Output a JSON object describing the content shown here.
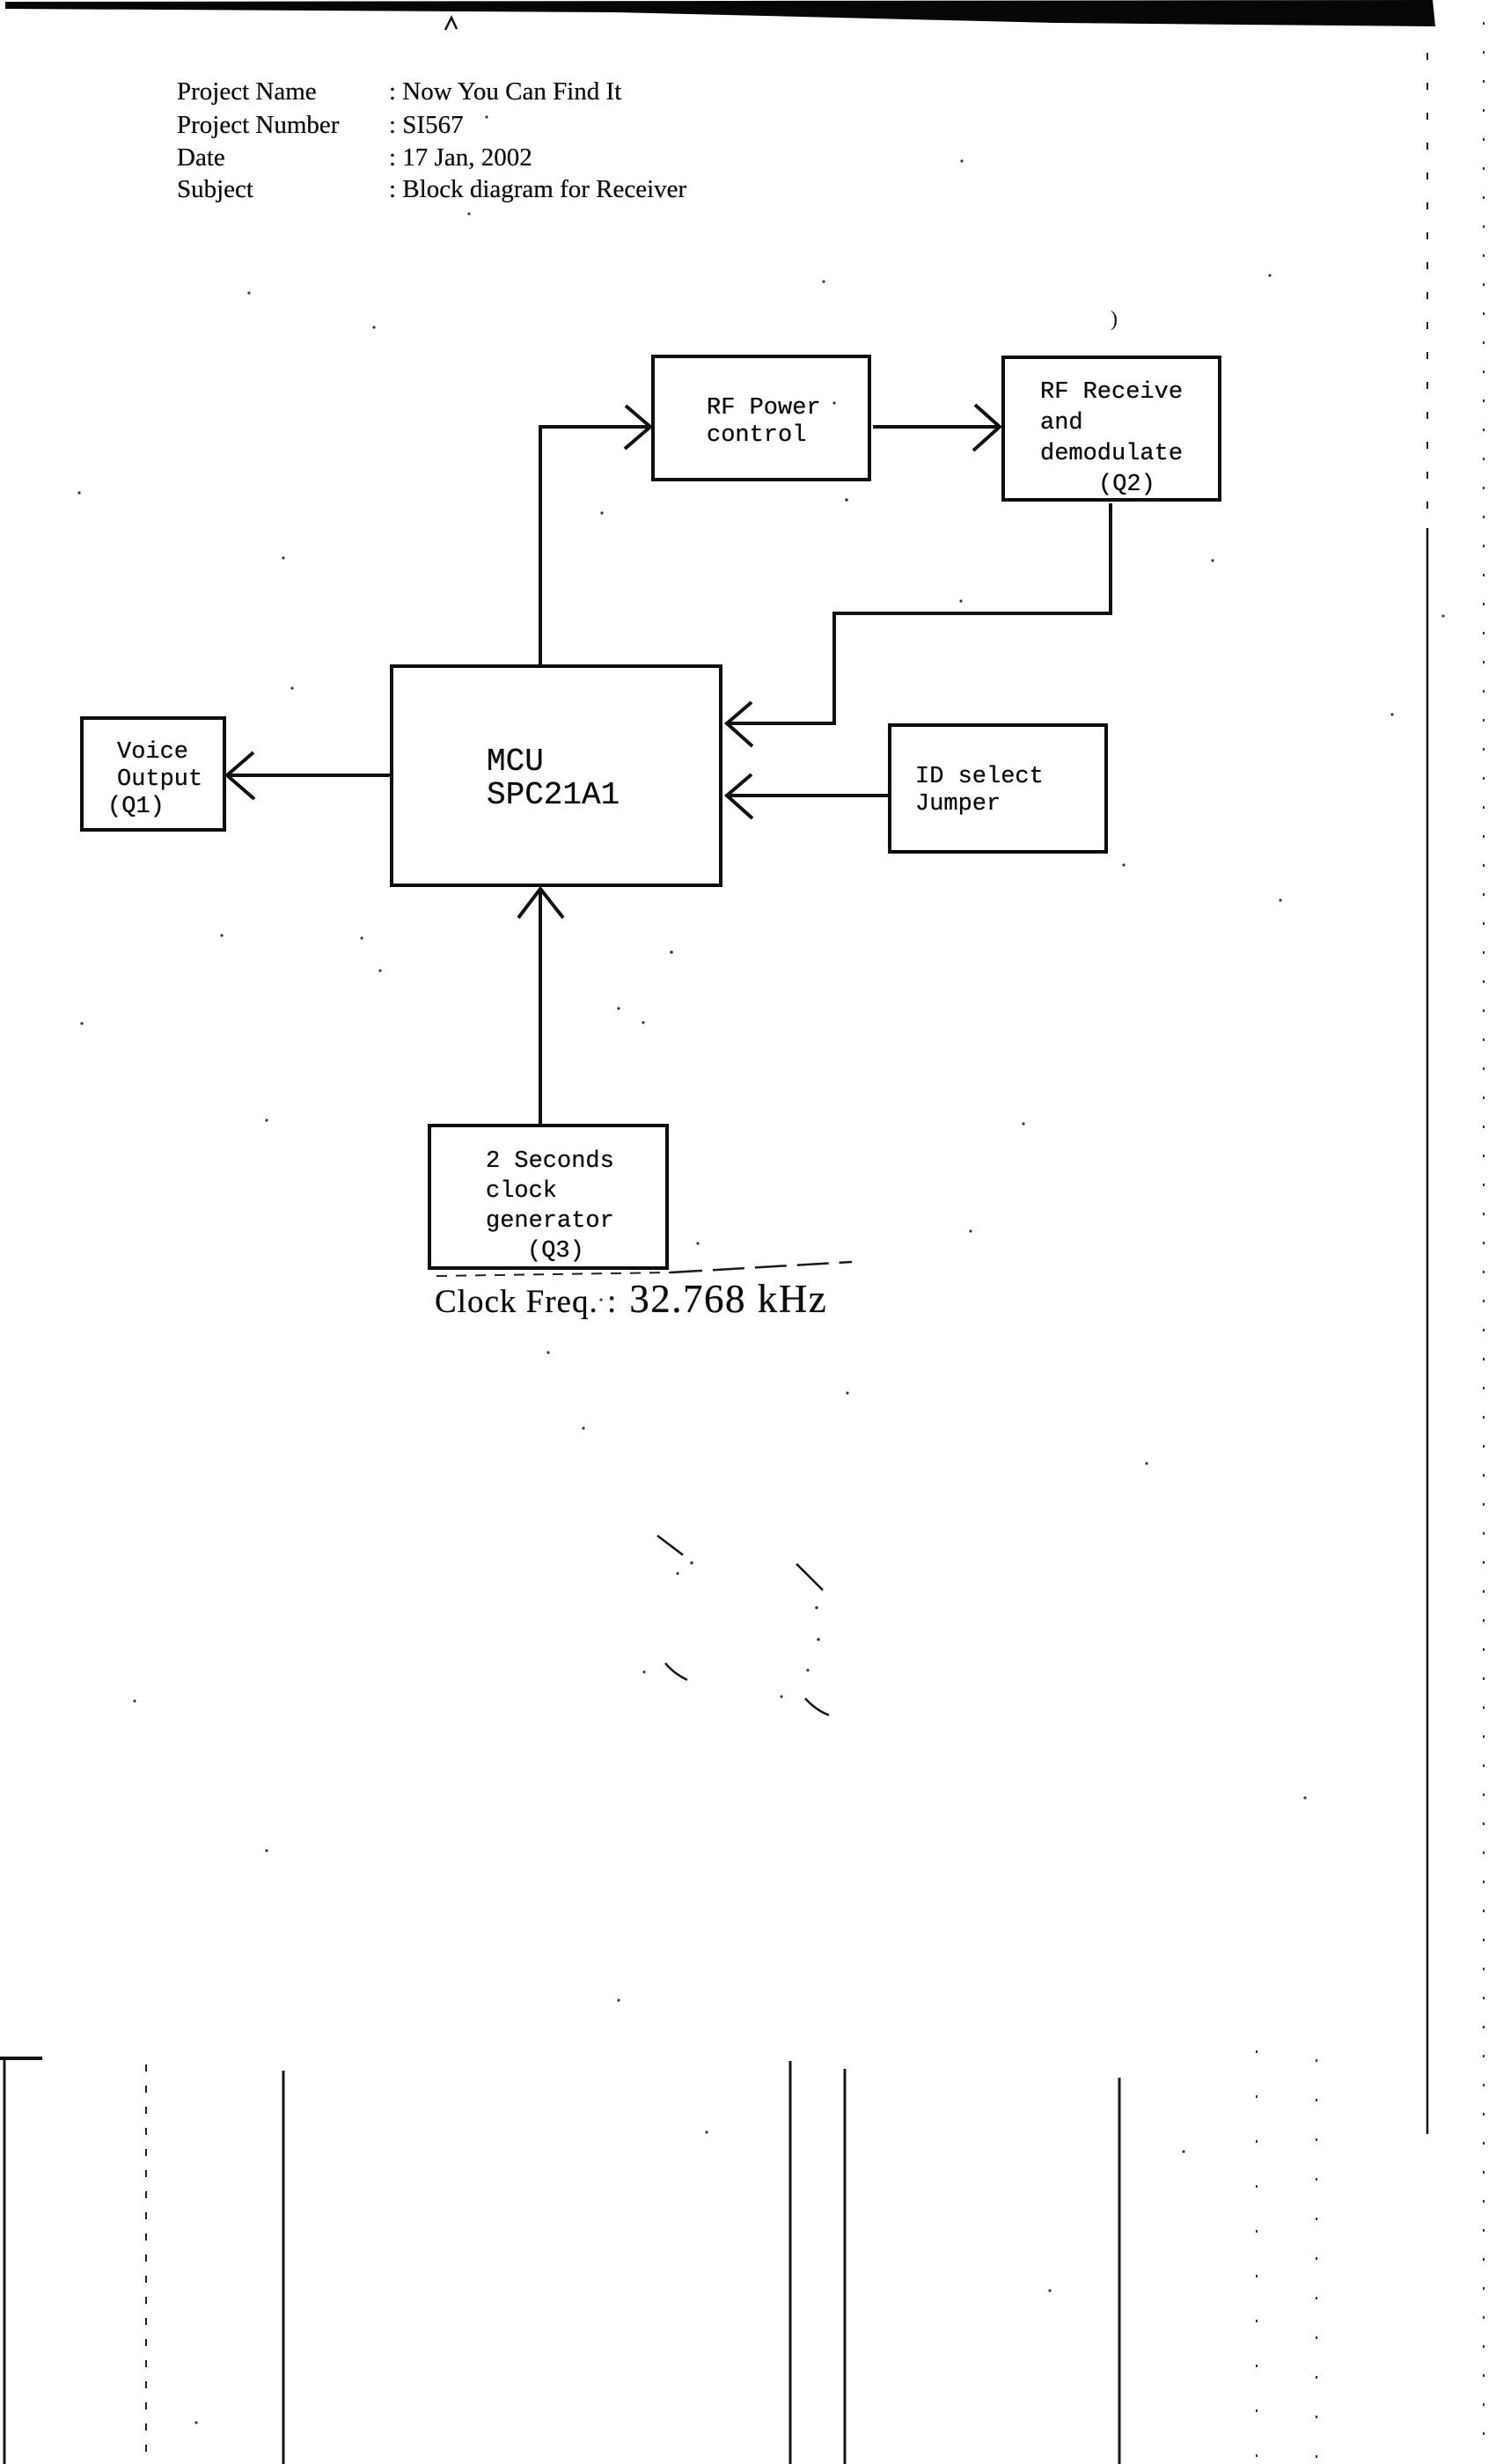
{
  "header": {
    "rows": [
      {
        "label": "Project Name",
        "value": ": Now You Can Find It"
      },
      {
        "label": "Project Number",
        "value": ": SI567"
      },
      {
        "label": "Date",
        "value": ": 17 Jan, 2002"
      },
      {
        "label": "Subject",
        "value": ": Block diagram for Receiver"
      }
    ]
  },
  "diagram": {
    "blocks": {
      "rf_power": {
        "lines": [
          "RF Power",
          "control"
        ]
      },
      "rf_receive": {
        "lines": [
          "RF Receive",
          "and",
          "demodulate",
          "(Q2)"
        ]
      },
      "mcu": {
        "lines": [
          "MCU",
          "SPC21A1"
        ]
      },
      "voice_output": {
        "lines": [
          "Voice",
          "Output",
          "(Q1)"
        ]
      },
      "id_select": {
        "lines": [
          "ID select",
          "Jumper"
        ]
      },
      "clock_gen": {
        "lines": [
          "2 Seconds",
          "clock",
          "generator",
          "(Q3)"
        ]
      }
    },
    "stray_mark": ")"
  },
  "clock_note": {
    "label": "Clock Freq. :",
    "value": "32.768 kHz"
  },
  "colors": {
    "ink": "#0c0c0c",
    "paper": "#ffffff"
  }
}
